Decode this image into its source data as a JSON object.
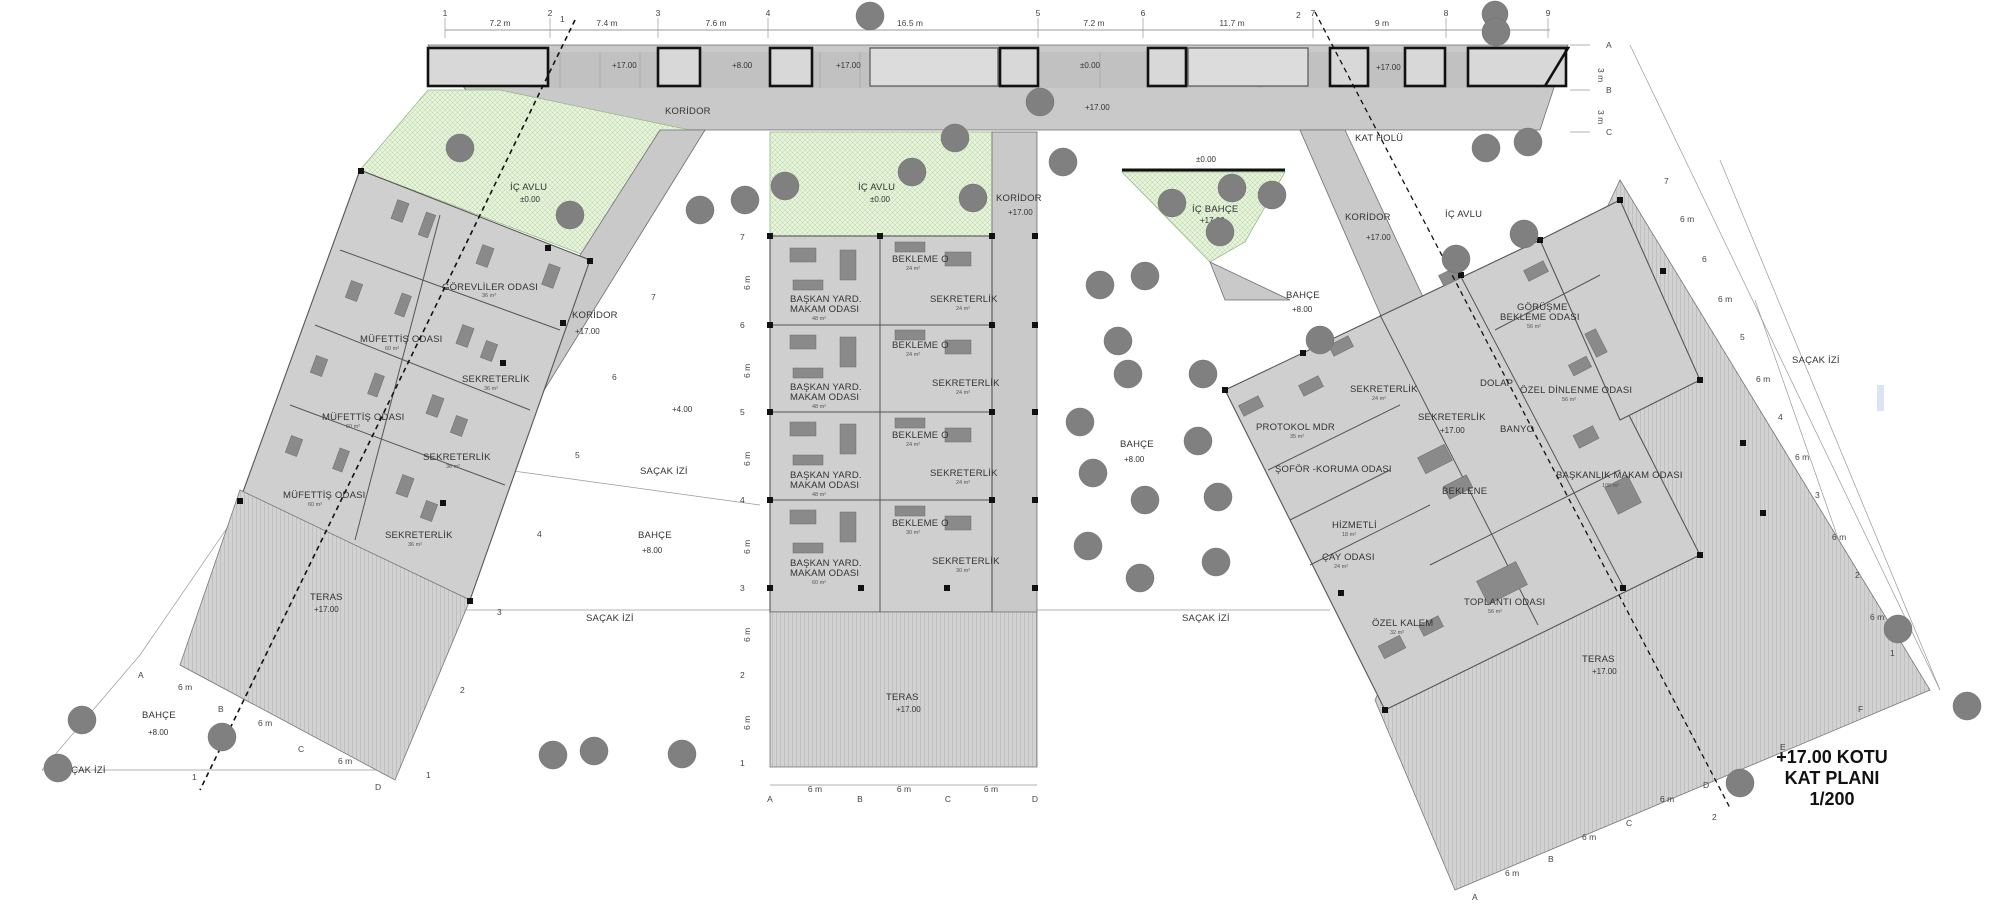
{
  "plan_title": {
    "line1": "+17.00 KOTU",
    "line2": "KAT PLANI",
    "line3": "1/200"
  },
  "top_axes": [
    "1",
    "2",
    "3",
    "4",
    "5",
    "6",
    "7",
    "8",
    "9"
  ],
  "top_dims": [
    "7.2 m",
    "7.4 m",
    "7.6 m",
    "16.5 m",
    "7.2 m",
    "11.7 m",
    "9 m"
  ],
  "row_axes": [
    "A",
    "B",
    "C"
  ],
  "row_dims": [
    "3 m",
    "3 m"
  ],
  "section_markers": [
    "1",
    "1",
    "2",
    "2"
  ],
  "labels": {
    "koridor": "KORİDOR",
    "kat_holu": "KAT HOLÜ",
    "ic_avlu": "İÇ AVLU",
    "ic_bahce": "İÇ BAHÇE",
    "bahce": "BAHÇE",
    "teras": "TERAS",
    "sacak_izi": "SAÇAK İZİ",
    "gorevliler": "GÖREVLİLER ODASI",
    "mufettis": "MÜFETTİŞ ODASI",
    "sekreterlik": "SEKRETERLİK",
    "baskan_yard_1": "BAŞKAN YARD.",
    "baskan_yard_2": "MAKAM ODASI",
    "bekleme": "BEKLEME O",
    "gorusme_1": "GÖRÜŞME",
    "gorusme_2": "BEKLEME ODASI",
    "dolap": "DOLAP",
    "ozel_dinlenme": "ÖZEL DİNLENME ODASI",
    "banyo": "BANYO",
    "protokol": "PROTOKOL MDR",
    "sofor": "ŞOFÖR -KORUMA ODASI",
    "hizmetli": "HİZMETLİ",
    "cay": "ÇAY ODASI",
    "beklene": "BEKLENE",
    "baskanlik": "BAŞKANLIK MAKAM ODASI",
    "toplanti": "TOPLANTI ODASI",
    "ozel_kalem": "ÖZEL KALEM"
  },
  "areas": {
    "a36": "36 m²",
    "a60": "60 m²",
    "a48": "48 m²",
    "a24": "24 m²",
    "a30": "30 m²",
    "a56": "56 m²",
    "a18": "18 m²",
    "a105": "105 m²",
    "a32": "32 m²",
    "a35": "35 m²"
  },
  "levels": {
    "p17": "+17.00",
    "p8": "+8.00",
    "p0": "±0.00",
    "p4": "+4.00"
  },
  "center_axes": [
    "1",
    "2",
    "3",
    "4",
    "5",
    "6",
    "7"
  ],
  "center_cols": [
    "A",
    "B",
    "C",
    "D"
  ],
  "bay_dim": "6 m",
  "wing_axes_left": [
    "1",
    "2",
    "3",
    "4",
    "5",
    "6",
    "7"
  ],
  "wing_axes_right": [
    "1",
    "2",
    "3",
    "4",
    "5",
    "6",
    "7"
  ],
  "wing_cols": [
    "A",
    "B",
    "C",
    "D",
    "E",
    "F"
  ]
}
